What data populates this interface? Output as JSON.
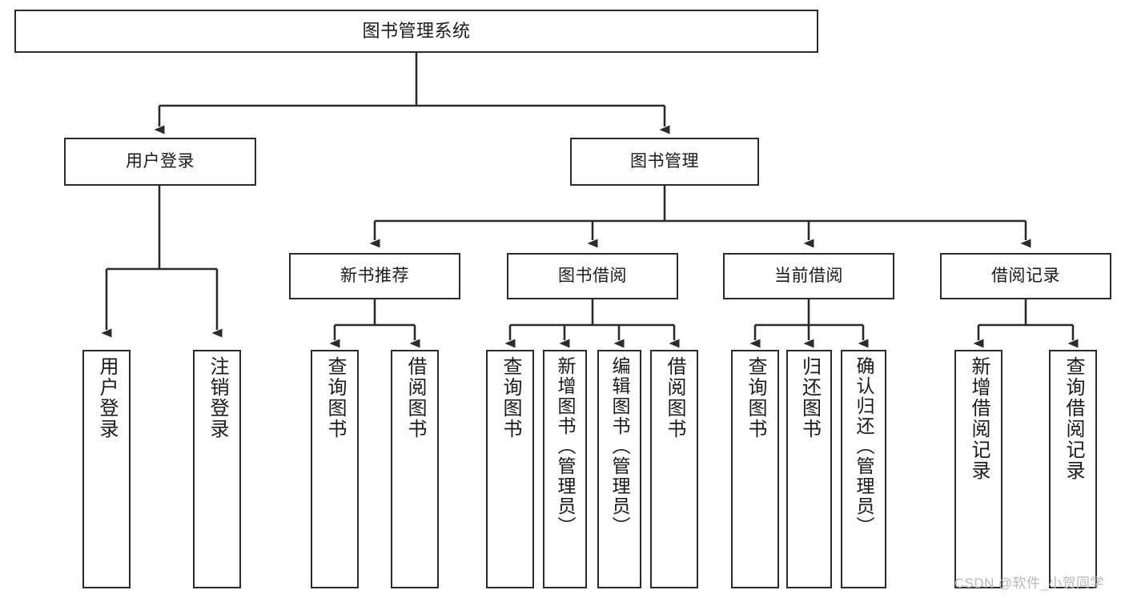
{
  "diagram": {
    "title": "图书管理系统",
    "type": "hierarchy-tree",
    "line_color": "#2b2b2b",
    "box_fill": "#ffffff",
    "text_color": "#1a1a1a",
    "root": {
      "label": "图书管理系统",
      "children": [
        {
          "label": "用户登录",
          "children": [
            {
              "label": "用户登录"
            },
            {
              "label": "注销登录"
            }
          ]
        },
        {
          "label": "图书管理",
          "children": [
            {
              "label": "新书推荐",
              "children": [
                {
                  "label": "查询图书"
                },
                {
                  "label": "借阅图书"
                }
              ]
            },
            {
              "label": "图书借阅",
              "children": [
                {
                  "label": "查询图书"
                },
                {
                  "label": "新增图书（管理员）"
                },
                {
                  "label": "编辑图书（管理员）"
                },
                {
                  "label": "借阅图书"
                }
              ]
            },
            {
              "label": "当前借阅",
              "children": [
                {
                  "label": "查询图书"
                },
                {
                  "label": "归还图书"
                },
                {
                  "label": "确认归还（管理员）"
                }
              ]
            },
            {
              "label": "借阅记录",
              "children": [
                {
                  "label": "新增借阅记录"
                },
                {
                  "label": "查询借阅记录"
                }
              ]
            }
          ]
        }
      ]
    }
  },
  "nodes": {
    "root": "图书管理系统",
    "user_login": "用户登录",
    "book_manage": "图书管理",
    "new_book_rec": "新书推荐",
    "book_borrow": "图书借阅",
    "current_borrow": "当前借阅",
    "borrow_record": "借阅记录",
    "leaf_user_login": "用户登录",
    "leaf_logout": "注销登录",
    "leaf_nbr_query": "查询图书",
    "leaf_nbr_borrow": "借阅图书",
    "leaf_bb_query": "查询图书",
    "leaf_bb_add": "新增图书（管理员）",
    "leaf_bb_edit": "编辑图书（管理员）",
    "leaf_bb_borrow": "借阅图书",
    "leaf_cb_query": "查询图书",
    "leaf_cb_return": "归还图书",
    "leaf_cb_confirm": "确认归还（管理员）",
    "leaf_br_add": "新增借阅记录",
    "leaf_br_query": "查询借阅记录"
  },
  "watermark": {
    "text": "CSDN @软件_小贺同学",
    "color": "#b9b9b9"
  }
}
